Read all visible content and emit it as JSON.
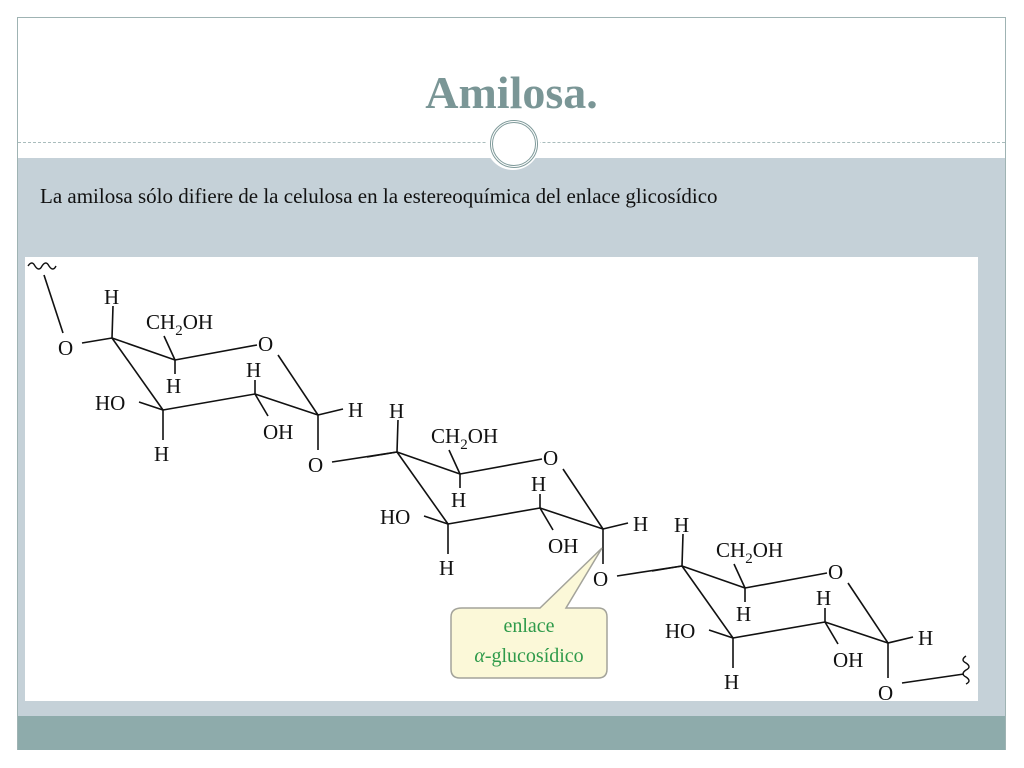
{
  "slide": {
    "title": "Amilosa.",
    "body": "La amilosa sólo difiere de la celulosa en la estereoquímica del enlace glicosídico"
  },
  "diagram": {
    "unit_labels": {
      "h_top": "H",
      "ch2oh_c": "CH",
      "ch2oh_sub": "2",
      "ch2oh_oh": "OH",
      "ring_o": "O",
      "h_c5": "H",
      "h_c2": "H",
      "ho_c3": "HO",
      "h_c3": "H",
      "oh_c2": "OH",
      "h_c1": "H",
      "o_link": "O",
      "o_left": "O"
    },
    "callout": {
      "line1": "enlace",
      "line2_symbol": "α",
      "line2_rest": "-glucosídico"
    }
  },
  "colors": {
    "title": "#7a9696",
    "band": "#c5d1d8",
    "footer": "#8eabab",
    "callout_fill": "#fbf8d8",
    "callout_text": "#2e9a4a"
  }
}
